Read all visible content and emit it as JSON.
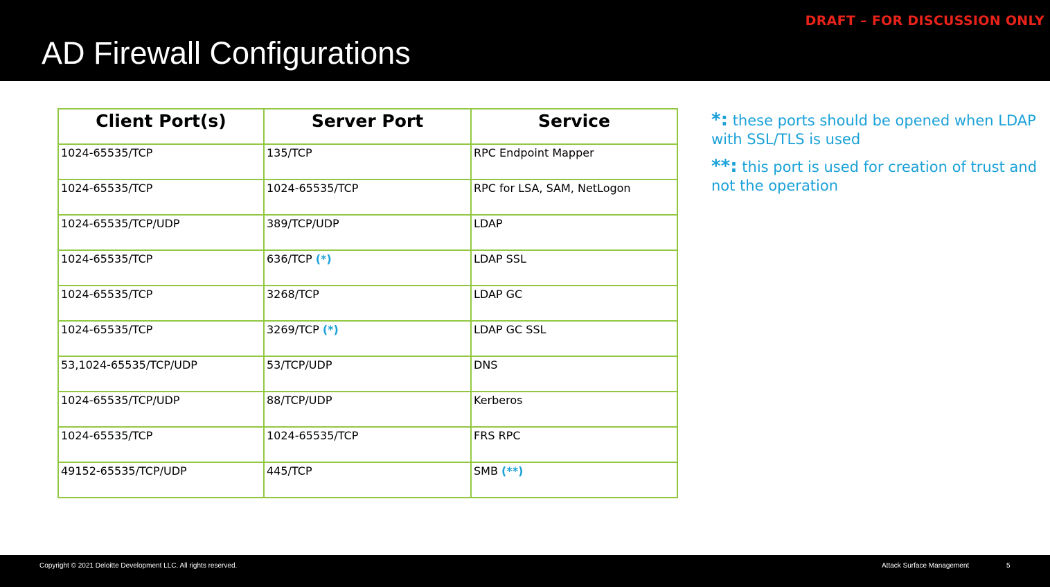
{
  "header": {
    "draft_label": "DRAFT – FOR DISCUSSION ONLY",
    "title": "AD Firewall Configurations"
  },
  "table": {
    "columns": [
      "Client Port(s)",
      "Server Port",
      "Service"
    ],
    "rows": [
      {
        "client": "1024-65535/TCP",
        "server": "135/TCP",
        "server_mark": "",
        "service": "RPC Endpoint Mapper",
        "service_mark": ""
      },
      {
        "client": "1024-65535/TCP",
        "server": "1024-65535/TCP",
        "server_mark": "",
        "service": "RPC for LSA, SAM, NetLogon",
        "service_mark": ""
      },
      {
        "client": "1024-65535/TCP/UDP",
        "server": "389/TCP/UDP",
        "server_mark": "",
        "service": "LDAP",
        "service_mark": ""
      },
      {
        "client": "1024-65535/TCP",
        "server": "636/TCP",
        "server_mark": "(*)",
        "service": "LDAP SSL",
        "service_mark": ""
      },
      {
        "client": "1024-65535/TCP",
        "server": "3268/TCP",
        "server_mark": "",
        "service": "LDAP GC",
        "service_mark": ""
      },
      {
        "client": "1024-65535/TCP",
        "server": "3269/TCP",
        "server_mark": "(*)",
        "service": "LDAP GC SSL",
        "service_mark": ""
      },
      {
        "client": "53,1024-65535/TCP/UDP",
        "server": "53/TCP/UDP",
        "server_mark": "",
        "service": "DNS",
        "service_mark": ""
      },
      {
        "client": "1024-65535/TCP/UDP",
        "server": "88/TCP/UDP",
        "server_mark": "",
        "service": "Kerberos",
        "service_mark": ""
      },
      {
        "client": "1024-65535/TCP",
        "server": "1024-65535/TCP",
        "server_mark": "",
        "service": "FRS RPC",
        "service_mark": ""
      },
      {
        "client": "49152-65535/TCP/UDP",
        "server": "445/TCP",
        "server_mark": "",
        "service": "SMB",
        "service_mark": "(**)"
      }
    ]
  },
  "notes": [
    {
      "key": "*:",
      "text": "these ports should be opened when LDAP with SSL/TLS is used"
    },
    {
      "key": "**:",
      "text": "this port is used for creation of trust and not the operation"
    }
  ],
  "footer": {
    "copyright": "Copyright © 2021 Deloitte Development LLC. All rights reserved.",
    "product": "Attack Surface Management",
    "page": "5"
  },
  "colors": {
    "accent": "#1ba1d8",
    "draft": "#e8231a",
    "table_border": "#92c841"
  }
}
